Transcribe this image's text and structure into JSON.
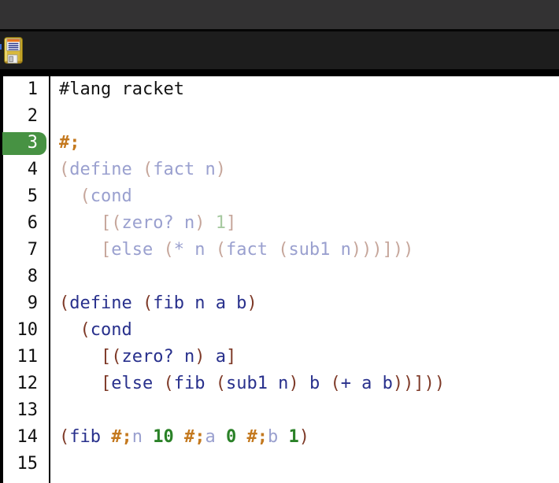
{
  "window": {
    "titlebar_color": "#333233",
    "toolbar_color": "#1d1d1d"
  },
  "toolbar": {
    "save_icon": "floppy-disk-icon"
  },
  "editor": {
    "language": "racket",
    "active_line": 3,
    "total_lines": 15,
    "colors": {
      "plain": "#141414",
      "paren": "#7e3a28",
      "id": "#28308c",
      "num": "#2a8127",
      "hash": "#c4791f",
      "fparen": "#c6a69b",
      "fid": "#9aa0cf",
      "fnum": "#a6c9a0",
      "badge": "#479243",
      "badgeText": "#ffffff"
    },
    "lines": [
      {
        "num": "1",
        "segments": [
          [
            "plain",
            "#lang racket"
          ]
        ]
      },
      {
        "num": "2",
        "segments": []
      },
      {
        "num": "3",
        "badge": true,
        "segments": [
          [
            "hash",
            "#;"
          ]
        ]
      },
      {
        "num": "4",
        "segments": [
          [
            "fparen",
            "("
          ],
          [
            "fid",
            "define "
          ],
          [
            "fparen",
            "("
          ],
          [
            "fid",
            "fact n"
          ],
          [
            "fparen",
            ")"
          ]
        ]
      },
      {
        "num": "5",
        "segments": [
          [
            "fparen",
            "  ("
          ],
          [
            "fid",
            "cond"
          ]
        ]
      },
      {
        "num": "6",
        "segments": [
          [
            "fparen",
            "    [("
          ],
          [
            "fid",
            "zero? n"
          ],
          [
            "fparen",
            ") "
          ],
          [
            "fnum",
            "1"
          ],
          [
            "fparen",
            "]"
          ]
        ]
      },
      {
        "num": "7",
        "segments": [
          [
            "fparen",
            "    ["
          ],
          [
            "fid",
            "else "
          ],
          [
            "fparen",
            "("
          ],
          [
            "fid",
            "* n "
          ],
          [
            "fparen",
            "("
          ],
          [
            "fid",
            "fact "
          ],
          [
            "fparen",
            "("
          ],
          [
            "fid",
            "sub1 n"
          ],
          [
            "fparen",
            ")))]))"
          ]
        ]
      },
      {
        "num": "8",
        "segments": []
      },
      {
        "num": "9",
        "segments": [
          [
            "paren",
            "("
          ],
          [
            "id",
            "define "
          ],
          [
            "paren",
            "("
          ],
          [
            "id",
            "fib n a b"
          ],
          [
            "paren",
            ")"
          ]
        ]
      },
      {
        "num": "10",
        "segments": [
          [
            "paren",
            "  ("
          ],
          [
            "id",
            "cond"
          ]
        ]
      },
      {
        "num": "11",
        "segments": [
          [
            "paren",
            "    [("
          ],
          [
            "id",
            "zero? n"
          ],
          [
            "paren",
            ") "
          ],
          [
            "id",
            "a"
          ],
          [
            "paren",
            "]"
          ]
        ]
      },
      {
        "num": "12",
        "segments": [
          [
            "paren",
            "    ["
          ],
          [
            "id",
            "else "
          ],
          [
            "paren",
            "("
          ],
          [
            "id",
            "fib "
          ],
          [
            "paren",
            "("
          ],
          [
            "id",
            "sub1 n"
          ],
          [
            "paren",
            ") "
          ],
          [
            "id",
            "b "
          ],
          [
            "paren",
            "("
          ],
          [
            "id",
            "+ a b"
          ],
          [
            "paren",
            "))]))"
          ]
        ]
      },
      {
        "num": "13",
        "segments": []
      },
      {
        "num": "14",
        "segments": [
          [
            "paren",
            "("
          ],
          [
            "id",
            "fib "
          ],
          [
            "hash",
            "#;"
          ],
          [
            "fid",
            "n "
          ],
          [
            "num",
            "10 "
          ],
          [
            "hash",
            "#;"
          ],
          [
            "fid",
            "a "
          ],
          [
            "num",
            "0 "
          ],
          [
            "hash",
            "#;"
          ],
          [
            "fid",
            "b "
          ],
          [
            "num",
            "1"
          ],
          [
            "paren",
            ")"
          ]
        ]
      },
      {
        "num": "15",
        "segments": []
      }
    ]
  }
}
